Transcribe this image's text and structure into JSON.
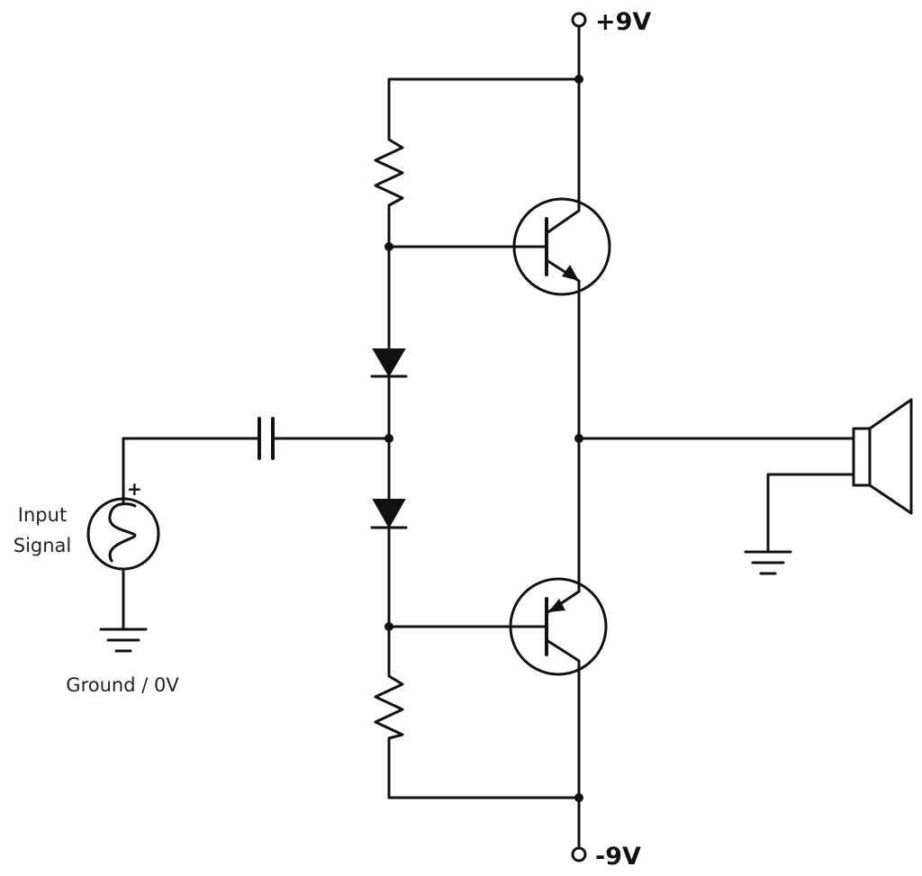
{
  "labels": {
    "positive_rail": "+9V",
    "negative_rail": "-9V",
    "input_signal_line1": "Input",
    "input_signal_line2": "Signal",
    "ground": "Ground / 0V",
    "source_polarity": "+"
  },
  "colors": {
    "wire": "#111111",
    "background": "#ffffff"
  }
}
